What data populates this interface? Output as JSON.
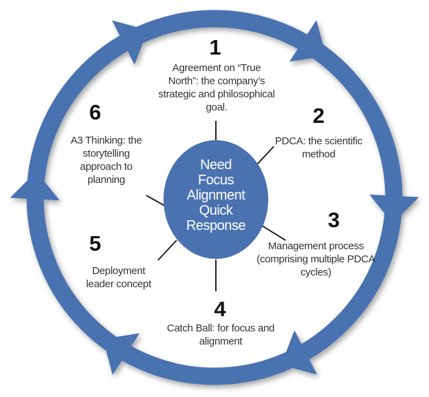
{
  "colors": {
    "ring": "#4a72b0",
    "center": "#4a72b0",
    "text": "#333333",
    "number": "#111111"
  },
  "center": {
    "lines": [
      "Need",
      "Focus",
      "Alignment",
      "Quick",
      "Response"
    ]
  },
  "steps": [
    {
      "number": "1",
      "label": "Agreement on “True North”: the company’s strategic and philosophical goal."
    },
    {
      "number": "2",
      "label": "PDCA: the scientific method"
    },
    {
      "number": "3",
      "label": "Management process (comprising multiple PDCA cycles)"
    },
    {
      "number": "4",
      "label": "Catch Ball: for focus and alignment"
    },
    {
      "number": "5",
      "label": "Deployment leader concept"
    },
    {
      "number": "6",
      "label": "A3 Thinking: the storytelling approach to planning"
    }
  ]
}
